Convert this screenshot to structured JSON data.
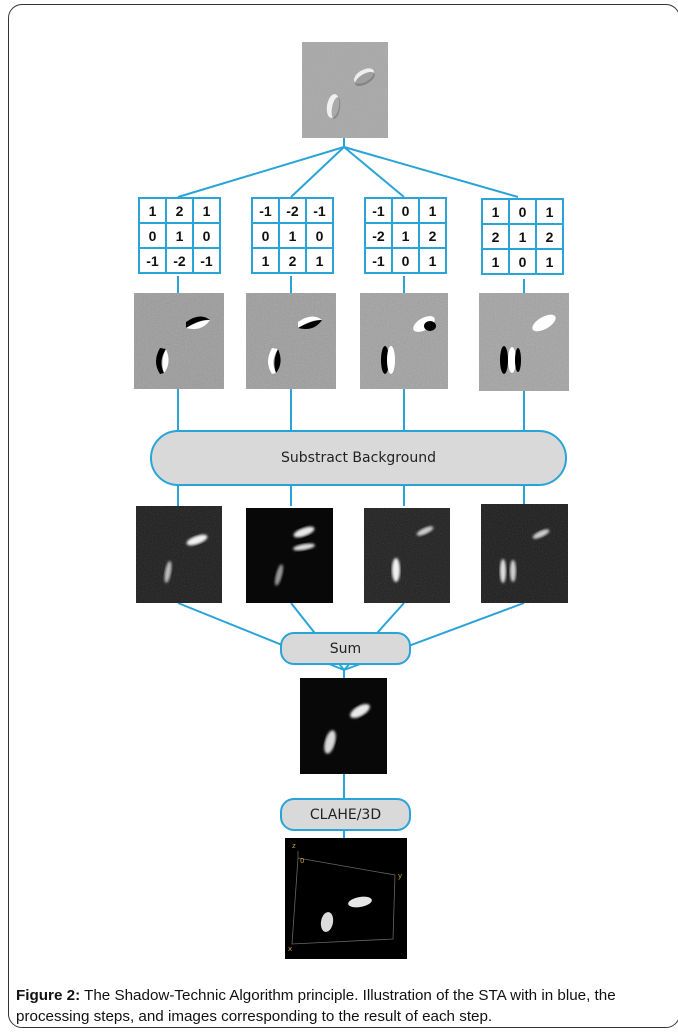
{
  "kernels": [
    [
      [
        "1",
        "2",
        "1"
      ],
      [
        "0",
        "1",
        "0"
      ],
      [
        "-1",
        "-2",
        "-1"
      ]
    ],
    [
      [
        "-1",
        "-2",
        "-1"
      ],
      [
        "0",
        "1",
        "0"
      ],
      [
        "1",
        "2",
        "1"
      ]
    ],
    [
      [
        "-1",
        "0",
        "1"
      ],
      [
        "-2",
        "1",
        "2"
      ],
      [
        "-1",
        "0",
        "1"
      ]
    ],
    [
      [
        "1",
        "0",
        "1"
      ],
      [
        "2",
        "1",
        "2"
      ],
      [
        "1",
        "0",
        "1"
      ]
    ]
  ],
  "steps": {
    "subtract": "Substract Background",
    "sum": "Sum",
    "clahe": "CLAHE/3D"
  },
  "render_axes": {
    "z": "z",
    "origin": "0",
    "y": "y",
    "x": "x"
  },
  "caption": {
    "label": "Figure 2:",
    "text": " The Shadow-Technic Algorithm principle. Illustration of the STA with in blue, the processing steps, and images corresponding to the result of each step."
  },
  "colors": {
    "connector": "#2aa3d8",
    "pill_fill": "#d9d9d9"
  }
}
